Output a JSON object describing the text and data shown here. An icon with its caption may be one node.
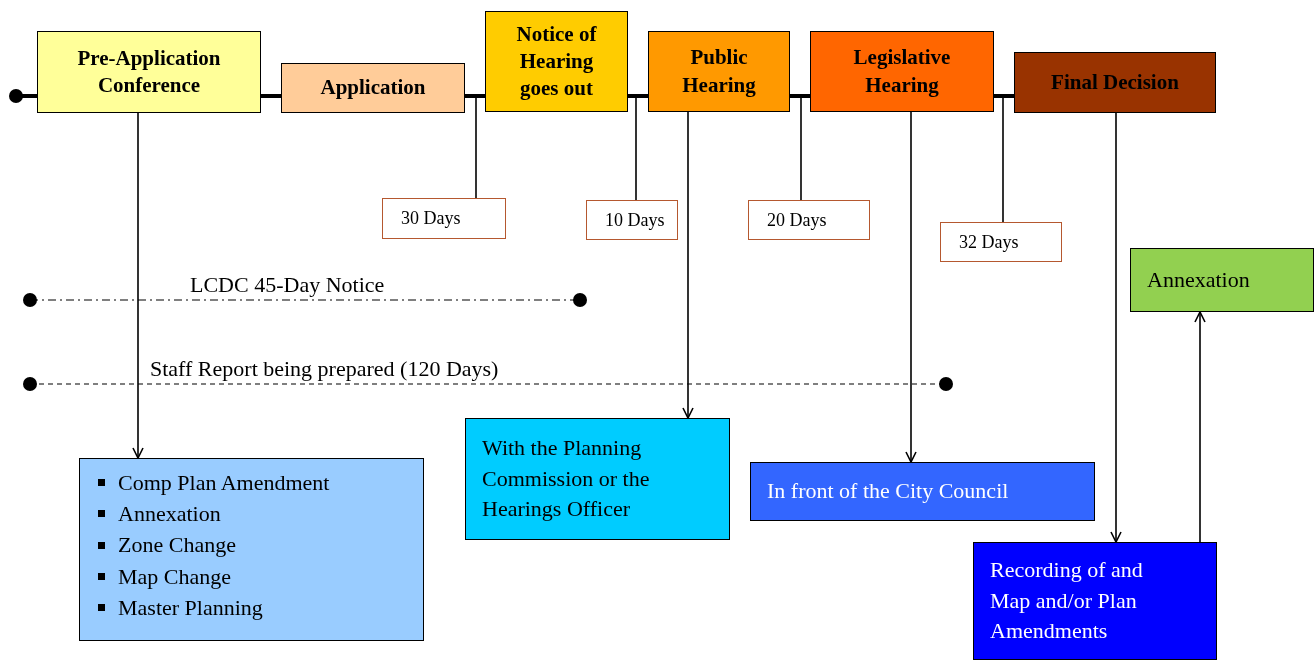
{
  "diagram": {
    "nodes": [
      {
        "text": [
          "Pre-Application Conference"
        ]
      },
      {
        "text": [
          "Application"
        ]
      },
      {
        "text": [
          "Notice of Hearing goes out"
        ]
      },
      {
        "text": [
          "Public Hearing"
        ]
      },
      {
        "text": [
          "Legislative Hearing"
        ]
      },
      {
        "text": [
          "Final Decision"
        ]
      },
      {
        "text": [
          "30 Days"
        ]
      },
      {
        "text": [
          "10 Days"
        ]
      },
      {
        "text": [
          "20 Days"
        ]
      },
      {
        "text": [
          "32 Days"
        ]
      },
      {
        "text": [
          "Annexation"
        ]
      },
      {
        "text": [
          "Comp Plan Amendment",
          "Annexation",
          "Zone Change",
          "Map Change",
          "Master Planning"
        ]
      },
      {
        "text": [
          "With the Planning Commission or the Hearings Officer"
        ]
      },
      {
        "text": [
          "In front of the City Council"
        ]
      },
      {
        "text": [
          "Recording of and Map and/or Plan Amendments"
        ]
      }
    ],
    "edges": [
      {
        "from": null,
        "to": 0,
        "arrow": "other",
        "style": "thick"
      },
      {
        "from": 0,
        "to": 1,
        "arrow": "none",
        "style": "thick"
      },
      {
        "from": 1,
        "to": 2,
        "arrow": "none",
        "style": "thick"
      },
      {
        "from": 2,
        "to": 3,
        "arrow": "none",
        "style": "thick"
      },
      {
        "from": 3,
        "to": 4,
        "arrow": "none",
        "style": "thick"
      },
      {
        "from": 4,
        "to": 5,
        "arrow": "none",
        "style": "thick"
      },
      {
        "from": 1,
        "to": 6,
        "arrow": "none"
      },
      {
        "from": 3,
        "to": 7,
        "arrow": "none"
      },
      {
        "from": 3,
        "to": 8,
        "arrow": "none"
      },
      {
        "from": 5,
        "to": 9,
        "arrow": "none"
      },
      {
        "from": 0,
        "to": 11,
        "arrow": "to"
      },
      {
        "from": 3,
        "to": 12,
        "arrow": "to"
      },
      {
        "from": 4,
        "to": 13,
        "arrow": "to"
      },
      {
        "from": 5,
        "to": 14,
        "arrow": "to"
      },
      {
        "from": 14,
        "to": 10,
        "arrow": "to"
      }
    ],
    "labels": [
      "LCDC 45-Day Notice",
      "Staff Report being prepared (120 Days)"
    ]
  }
}
